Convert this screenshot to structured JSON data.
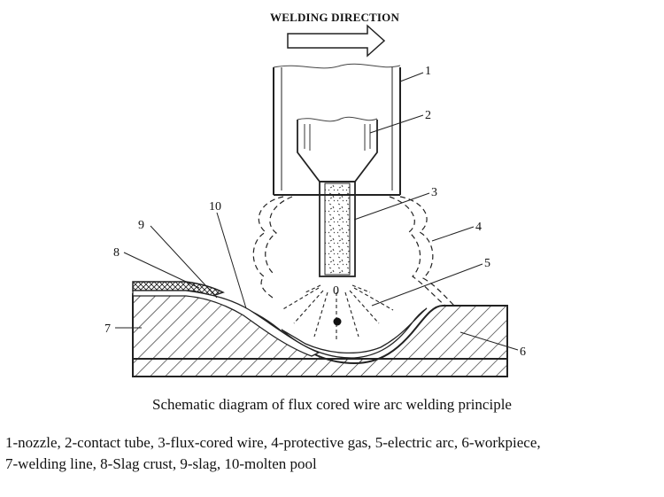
{
  "header": {
    "direction_label": "WELDING DIRECTION"
  },
  "callouts": [
    "1",
    "2",
    "3",
    "4",
    "5",
    "6",
    "7",
    "8",
    "9",
    "10"
  ],
  "arc_marker": "0",
  "caption": "Schematic diagram of flux cored wire arc welding principle",
  "legend": {
    "line1": "1-nozzle, 2-contact tube, 3-flux-cored wire, 4-protective gas, 5-electric arc, 6-workpiece,",
    "line2": "7-welding line, 8-Slag crust, 9-slag, 10-molten pool"
  }
}
